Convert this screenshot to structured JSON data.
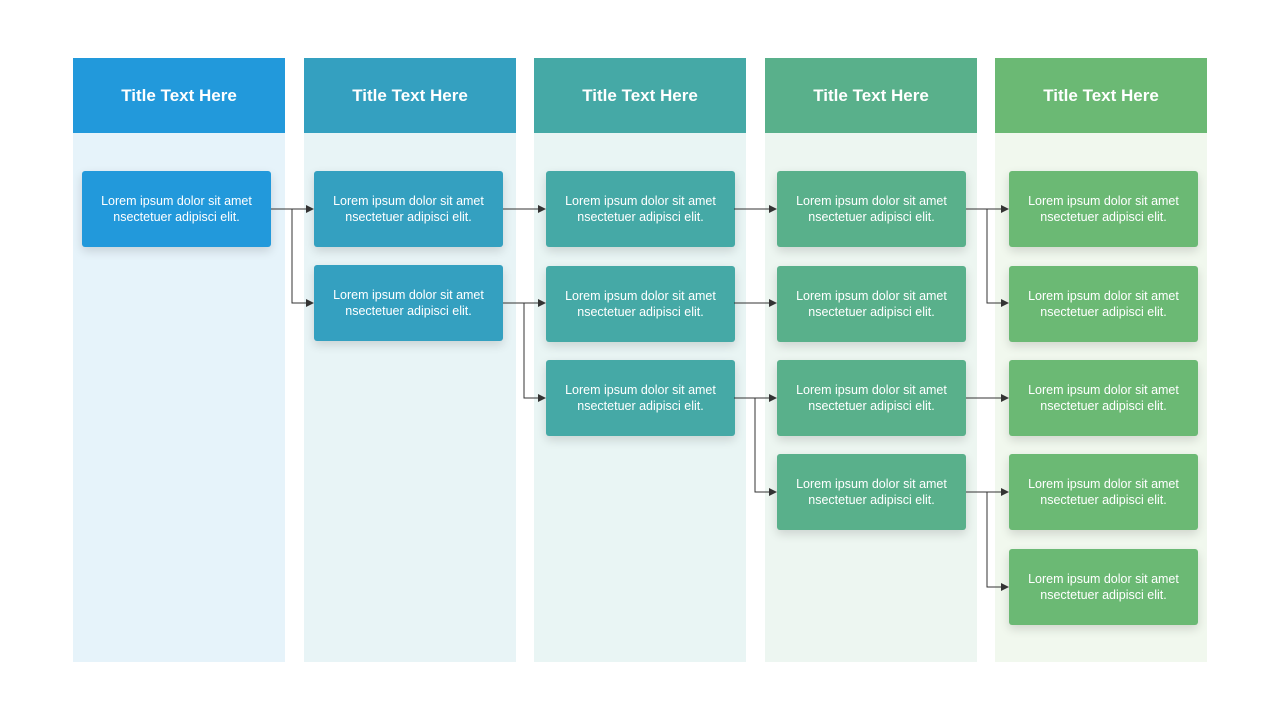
{
  "colors": {
    "col1": "#2299DB",
    "col2": "#34A0C0",
    "col3": "#45A9A6",
    "col4": "#59B08B",
    "col5": "#6BB974",
    "body1": "#E6F3FA",
    "body2": "#E8F4F6",
    "body3": "#E9F5F4",
    "body4": "#EDF6F1",
    "body5": "#F1F8EE",
    "connector": "#333333"
  },
  "columns": [
    {
      "title": "Title Text Here"
    },
    {
      "title": "Title Text Here"
    },
    {
      "title": "Title Text Here"
    },
    {
      "title": "Title Text Here"
    },
    {
      "title": "Title Text Here"
    }
  ],
  "cards": {
    "c1": [
      "Lorem ipsum  dolor sit amet\nnsectetuer  adipisci elit."
    ],
    "c2": [
      "Lorem ipsum  dolor sit amet\nnsectetuer  adipisci elit.",
      "Lorem ipsum  dolor sit amet\nnsectetuer  adipisci elit."
    ],
    "c3": [
      "Lorem ipsum  dolor sit amet\nnsectetuer  adipisci elit.",
      "Lorem ipsum  dolor sit amet\nnsectetuer  adipisci elit.",
      "Lorem ipsum  dolor sit amet\nnsectetuer  adipisci elit."
    ],
    "c4": [
      "Lorem ipsum  dolor sit amet\nnsectetuer  adipisci elit.",
      "Lorem ipsum  dolor sit amet\nnsectetuer  adipisci elit.",
      "Lorem ipsum  dolor sit amet\nnsectetuer  adipisci elit.",
      "Lorem ipsum  dolor sit amet\nnsectetuer  adipisci elit."
    ],
    "c5": [
      "Lorem ipsum  dolor sit amet\nnsectetuer  adipisci elit.",
      "Lorem ipsum  dolor sit amet\nnsectetuer  adipisci elit.",
      "Lorem ipsum  dolor sit amet\nnsectetuer  adipisci elit.",
      "Lorem ipsum  dolor sit amet\nnsectetuer  adipisci elit.",
      "Lorem ipsum  dolor sit amet\nnsectetuer  adipisci elit."
    ]
  }
}
